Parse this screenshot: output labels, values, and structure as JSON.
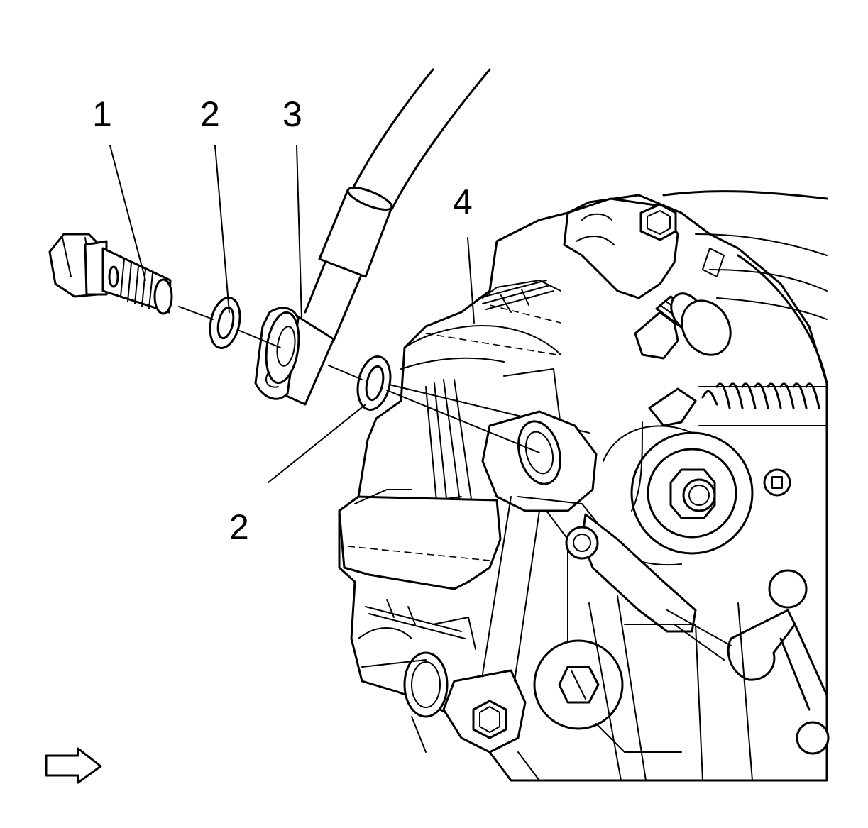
{
  "callouts": {
    "bolt": "1",
    "washer_outer": "2",
    "hose_fitting": "3",
    "caliper": "4",
    "washer_inner": "2"
  },
  "view_direction_icon": "right-arrow-icon"
}
